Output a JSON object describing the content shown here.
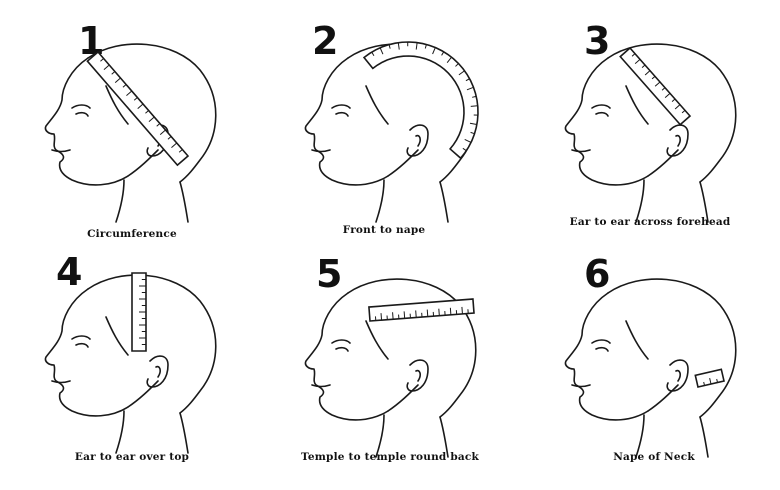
{
  "steps": [
    {
      "number": "1",
      "caption": "Circumference",
      "tape": "circumference"
    },
    {
      "number": "2",
      "caption": "Front to nape",
      "tape": "front-to-nape"
    },
    {
      "number": "3",
      "caption": "Ear to ear across forehead",
      "tape": "ear-to-ear-forehead"
    },
    {
      "number": "4",
      "caption": "Ear to ear over top",
      "tape": "ear-to-ear-top"
    },
    {
      "number": "5",
      "caption": "Temple to temple round back",
      "tape": "temple-to-temple"
    },
    {
      "number": "6",
      "caption": "Nape of Neck",
      "tape": "nape"
    }
  ]
}
